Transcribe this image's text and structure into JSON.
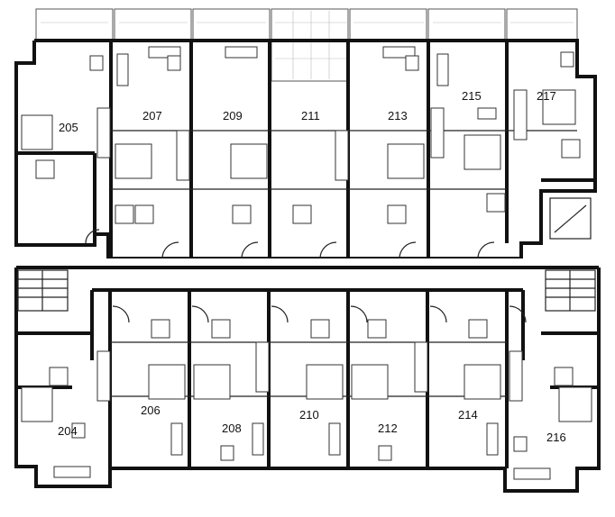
{
  "plan": {
    "units_top": [
      "205",
      "207",
      "209",
      "211",
      "213",
      "215",
      "217"
    ],
    "units_bottom": [
      "204",
      "206",
      "208",
      "210",
      "212",
      "214",
      "216"
    ]
  },
  "icons": {
    "stair": "stair-icon",
    "kitchen": "kitchen-icon",
    "bathroom": "bathroom-icon",
    "bed": "bed-icon",
    "sofa": "sofa-icon",
    "table": "dining-table-icon",
    "door": "door-swing-icon"
  }
}
